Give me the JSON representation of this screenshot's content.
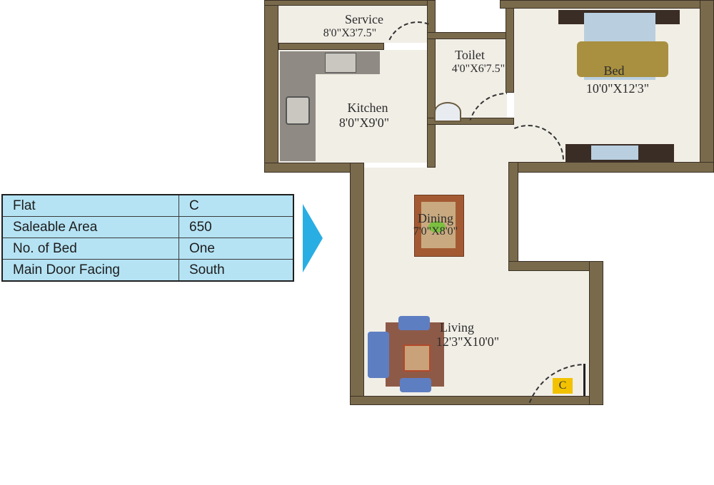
{
  "flat_info": {
    "rows": [
      {
        "key": "Flat",
        "value": "C"
      },
      {
        "key": "Saleable Area",
        "value": "650"
      },
      {
        "key": "No. of Bed",
        "value": "One"
      },
      {
        "key": "Main Door Facing",
        "value": "South"
      }
    ]
  },
  "rooms": {
    "service": {
      "name": "Service",
      "size": "8'0\"X3'7.5\""
    },
    "toilet": {
      "name": "Toilet",
      "size": "4'0\"X6'7.5\""
    },
    "bed": {
      "name": "Bed",
      "size": "10'0\"X12'3\""
    },
    "kitchen": {
      "name": "Kitchen",
      "size": "8'0\"X9'0\""
    },
    "dining": {
      "name": "Dining",
      "size": "7'0\"X8'0\""
    },
    "living": {
      "name": "Living",
      "size": "12'3\"X10'0\""
    }
  },
  "unit_marker": "C",
  "colors": {
    "wall": "#7a6a4c",
    "floor": "#f1eee6",
    "table_bg": "#b5e3f4",
    "arrow": "#29aee3",
    "marker": "#f2c200"
  }
}
